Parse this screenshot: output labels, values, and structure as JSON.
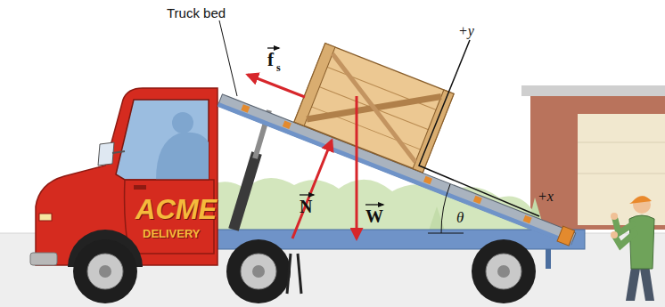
{
  "diagram": {
    "labels": [
      "Truck bed",
      "f",
      "s",
      "N",
      "W",
      "+y",
      "+x",
      "θ",
      "ACME",
      "DELIVERY"
    ]
  }
}
